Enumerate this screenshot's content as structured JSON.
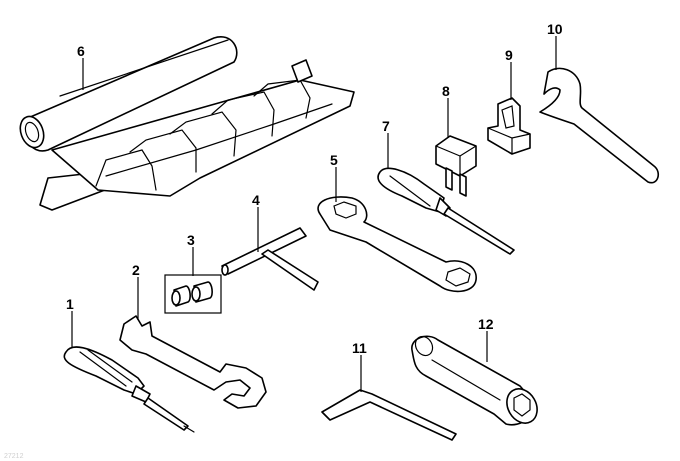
{
  "diagram": {
    "footer_mark": "27212",
    "callouts": [
      {
        "id": "1",
        "label": "1"
      },
      {
        "id": "2",
        "label": "2"
      },
      {
        "id": "3",
        "label": "3"
      },
      {
        "id": "4",
        "label": "4"
      },
      {
        "id": "5",
        "label": "5"
      },
      {
        "id": "6",
        "label": "6"
      },
      {
        "id": "7",
        "label": "7"
      },
      {
        "id": "8",
        "label": "8"
      },
      {
        "id": "9",
        "label": "9"
      },
      {
        "id": "10",
        "label": "10"
      },
      {
        "id": "11",
        "label": "11"
      },
      {
        "id": "12",
        "label": "12"
      }
    ]
  }
}
